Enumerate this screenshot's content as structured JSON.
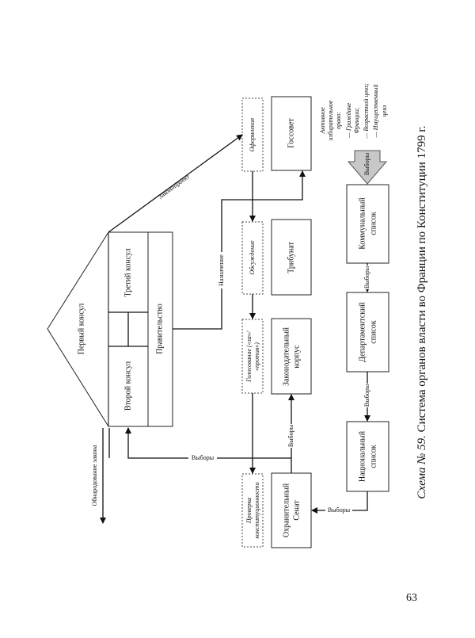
{
  "caption": {
    "prefix": "Схема № 59.",
    "text": "Система органов власти во Франции по Конституции 1799 г."
  },
  "page_number": "63",
  "consuls": {
    "first": "Первый консул",
    "second": "Второй консул",
    "third": "Третий консул",
    "government": "Правительство"
  },
  "bodies": {
    "gossovet": "Госсовет",
    "tribunat": "Трибунат",
    "legislative": [
      "Законодательный",
      "корпус"
    ],
    "senate": [
      "Охранительный",
      "Сенат"
    ]
  },
  "stages": {
    "formulation": "Оформление",
    "discussion": "Обсуждение",
    "voting": [
      "Голосование («за»/",
      "«против»)"
    ],
    "check": [
      "Проверка",
      "конституционности"
    ]
  },
  "lists": {
    "communal": [
      "Коммунальный",
      "список"
    ],
    "departmental": [
      "Департаментский",
      "список"
    ],
    "national": [
      "Национальный",
      "список"
    ]
  },
  "edge_labels": {
    "law_proposal": "Законопроект",
    "appointment": "Назначение",
    "elections": "Выборы",
    "promulgation": "Обнародование закона"
  },
  "suffrage": {
    "heading": [
      "Активное",
      "избирательное",
      "право:"
    ],
    "items": [
      "— Граждане",
      "Франции;",
      "— Возрастной ценз;",
      "— Имущественный",
      "ценз"
    ]
  }
}
